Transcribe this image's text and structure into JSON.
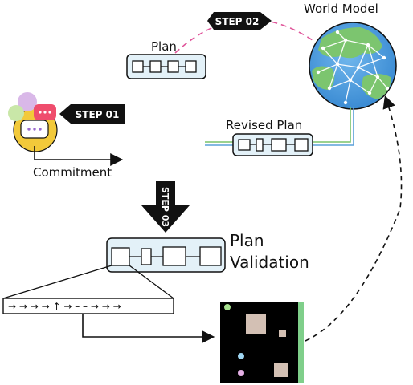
{
  "labels": {
    "step1": "STEP 01",
    "step2": "STEP 02",
    "step3": "STEP 03",
    "world_model": "World Model",
    "plan": "Plan",
    "revised_plan": "Revised Plan",
    "commitment": "Commitment",
    "plan_validation_line1": "Plan",
    "plan_validation_line2": "Validation"
  },
  "action_sequence": "→ → → → ↑ → – – → → →",
  "colors": {
    "plan_box_fill": "#e3f1f8",
    "dashed_link": "#e0559a",
    "revised_link_green": "#7ac36a",
    "revised_link_blue": "#5aa0d8",
    "globe_ocean": "#4a9de0",
    "globe_land": "#7cc56f",
    "grid_panel": "#000000",
    "grid_border": "#7fcf8a",
    "step_arrow": "#111111"
  },
  "icons": {
    "agent": "chat-bubbles-agent-icon",
    "world_model": "network-globe-icon",
    "environment": "grid-environment-icon"
  }
}
